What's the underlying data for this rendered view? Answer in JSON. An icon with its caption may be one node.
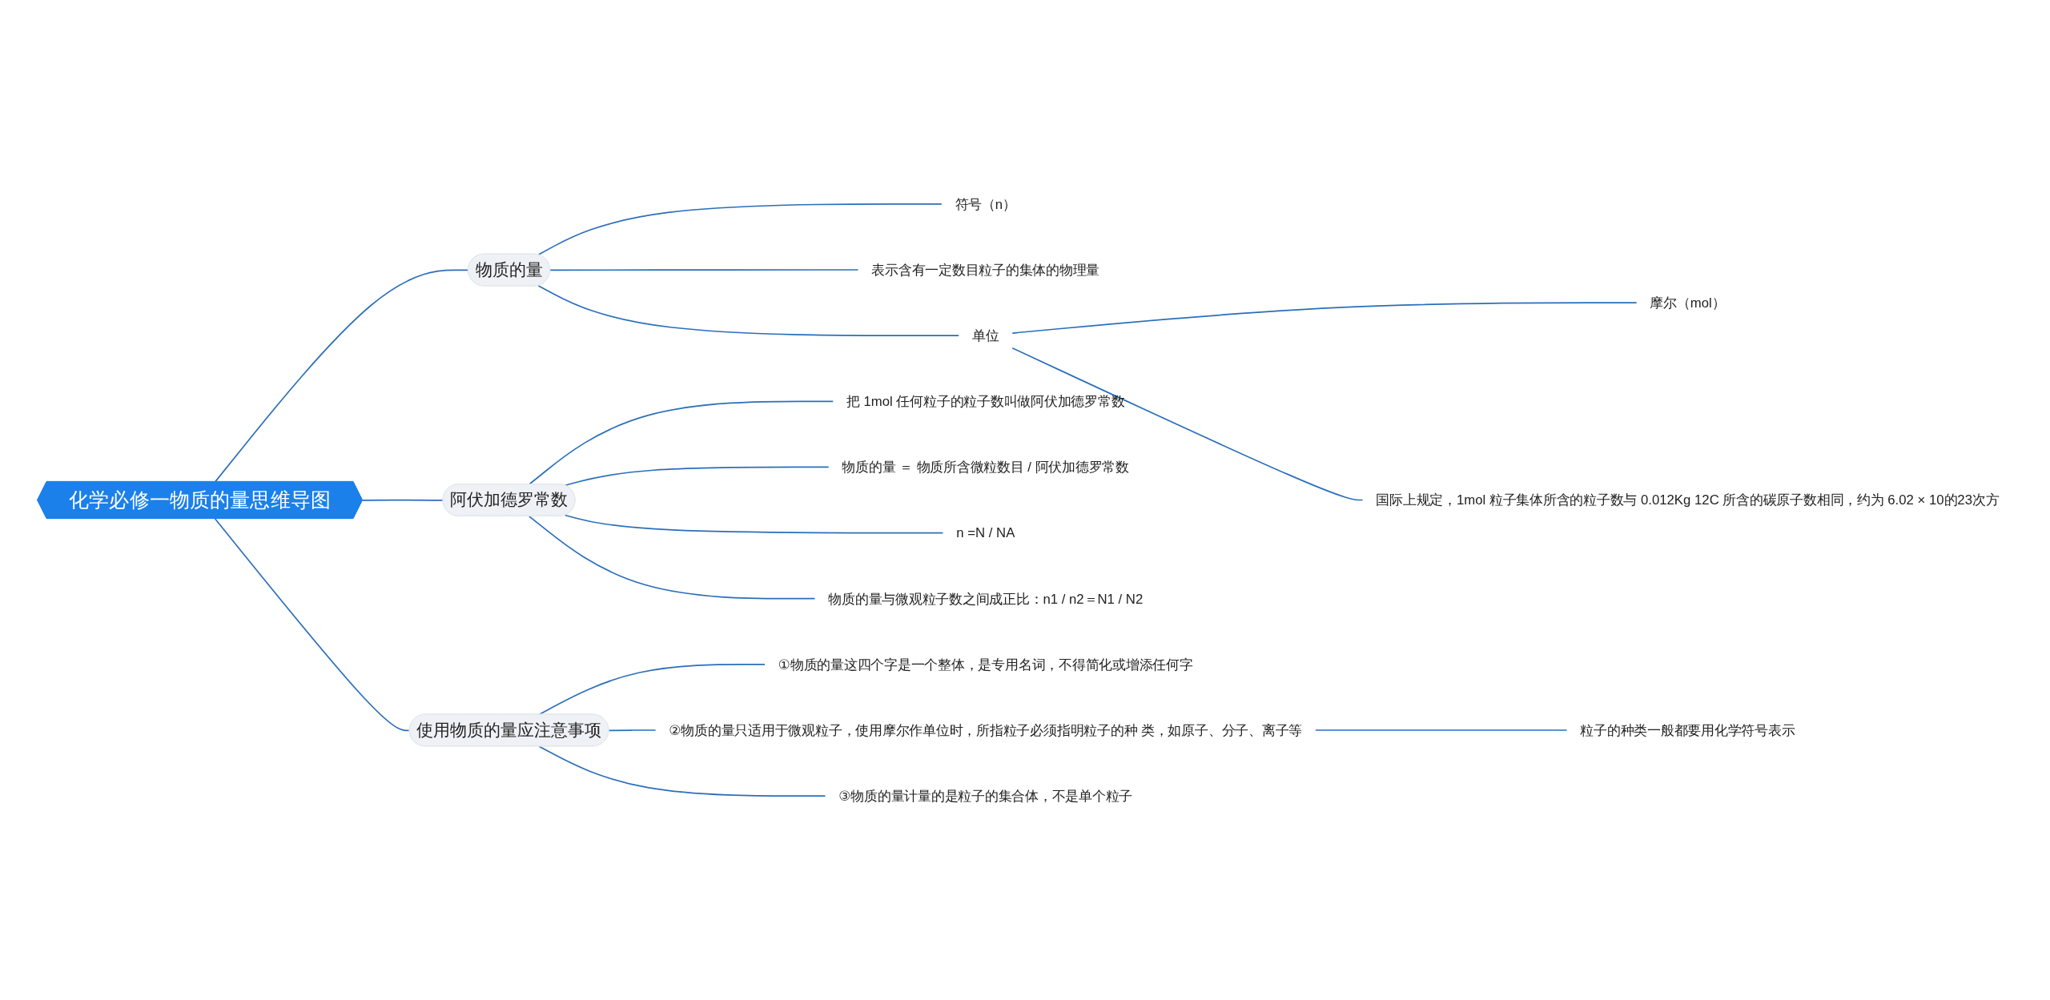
{
  "diagram": {
    "nodes": [
      {
        "text": [
          "化学必修一物质的量思维导图"
        ]
      },
      {
        "text": [
          "物质的量"
        ]
      },
      {
        "text": [
          "符号（n）"
        ]
      },
      {
        "text": [
          "表示含有一定数目粒子的集体的物理量"
        ]
      },
      {
        "text": [
          "单位"
        ]
      },
      {
        "text": [
          "摩尔（mol）"
        ]
      },
      {
        "text": [
          "国际上规定，1mol 粒子集体所含的粒子数与 0.012Kg 12C 所含的碳原子数相同，约为 6.02 × 10的23次方"
        ]
      },
      {
        "text": [
          "阿伏加德罗常数"
        ]
      },
      {
        "text": [
          "把 1mol 任何粒子的粒子数叫做阿伏加德罗常数"
        ]
      },
      {
        "text": [
          "物质的量 ＝ 物质所含微粒数目 / 阿伏加德罗常数"
        ]
      },
      {
        "text": [
          "n =N / NA"
        ]
      },
      {
        "text": [
          "物质的量与微观粒子数之间成正比：n1 / n2＝N1 / N2"
        ]
      },
      {
        "text": [
          "使用物质的量应注意事项"
        ]
      },
      {
        "text": [
          "①物质的量这四个字是一个整体，是专用名词，不得简化或增添任何字"
        ]
      },
      {
        "text": [
          "②物质的量只适用于微观粒子，使用摩尔作单位时，所指粒子必须指明粒子的种 类，如原子、分子、离子等"
        ]
      },
      {
        "text": [
          "粒子的种类一般都要用化学符号表示"
        ]
      },
      {
        "text": [
          "③物质的量计量的是粒子的集合体，不是单个粒子"
        ]
      }
    ],
    "edges": [
      {
        "from": 0,
        "to": 1,
        "arrow": "none"
      },
      {
        "from": 1,
        "to": 2,
        "arrow": "none"
      },
      {
        "from": 1,
        "to": 3,
        "arrow": "none"
      },
      {
        "from": 1,
        "to": 4,
        "arrow": "none"
      },
      {
        "from": 4,
        "to": 5,
        "arrow": "none"
      },
      {
        "from": 4,
        "to": 6,
        "arrow": "none"
      },
      {
        "from": 0,
        "to": 7,
        "arrow": "none"
      },
      {
        "from": 7,
        "to": 8,
        "arrow": "none"
      },
      {
        "from": 7,
        "to": 9,
        "arrow": "none"
      },
      {
        "from": 7,
        "to": 10,
        "arrow": "none"
      },
      {
        "from": 7,
        "to": 11,
        "arrow": "none"
      },
      {
        "from": 0,
        "to": 12,
        "arrow": "none"
      },
      {
        "from": 12,
        "to": 13,
        "arrow": "none"
      },
      {
        "from": 12,
        "to": 14,
        "arrow": "none"
      },
      {
        "from": 14,
        "to": 15,
        "arrow": "none"
      },
      {
        "from": 12,
        "to": 16,
        "arrow": "none"
      }
    ]
  }
}
